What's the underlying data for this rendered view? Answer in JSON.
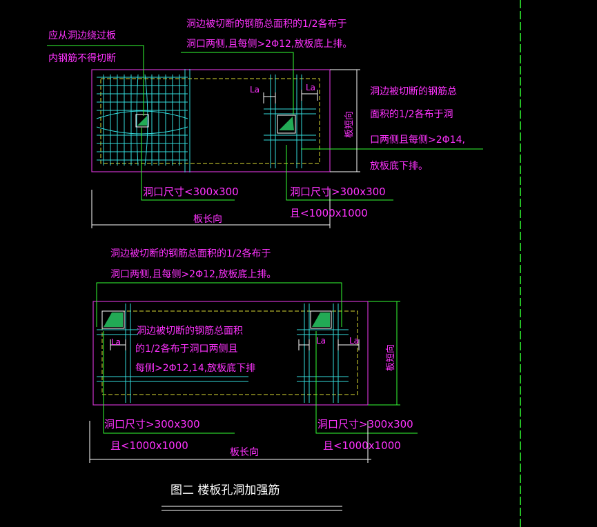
{
  "colors": {
    "background": "#000000",
    "slab_outline": "#cc33cc",
    "rebar": "#33dddd",
    "leader_line": "#33ff33",
    "dashed_edge": "#dddd33",
    "text": "#ff33ff",
    "title_text": "#ffffff",
    "hole_fill": "#22aa55"
  },
  "top_diagram": {
    "note_left": [
      "应从洞边绕过板",
      "内钢筋不得切断"
    ],
    "note_top": [
      "洞边被切断的钢筋总面积的1/2各布于",
      "洞口两侧,且每侧>2Φ12,放板底上排。"
    ],
    "note_right": [
      "洞边被切断的钢筋总",
      "面积的1/2各布于洞",
      "口两侧且每侧>2Φ14,",
      "放板底下排。"
    ],
    "la_1": "La",
    "la_2": "La",
    "short_dir": "板短向",
    "hole_small": "洞口尺寸<300x300",
    "hole_large_1": "洞口尺寸>300x300",
    "hole_large_2": "且<1000x1000",
    "long_dir": "板长向"
  },
  "bottom_diagram": {
    "note_top": [
      "洞边被切断的钢筋总面积的1/2各布于",
      "洞口两侧,且每侧>2Φ12,放板底上排。"
    ],
    "note_inner": [
      "洞边被切断的钢筋总面积",
      "的1/2各布于洞口两侧且",
      "每侧>2Φ12,14,放板底下排"
    ],
    "la_1": "La",
    "la_2": "La",
    "la_3": "La",
    "short_dir": "板短向",
    "hole_left_1": "洞口尺寸>300x300",
    "hole_left_2": "且<1000x1000",
    "hole_right_1": "洞口尺寸>300x300",
    "hole_right_2": "且<1000x1000",
    "long_dir": "板长向"
  },
  "figure_title": "图二  楼板孔洞加强筋"
}
